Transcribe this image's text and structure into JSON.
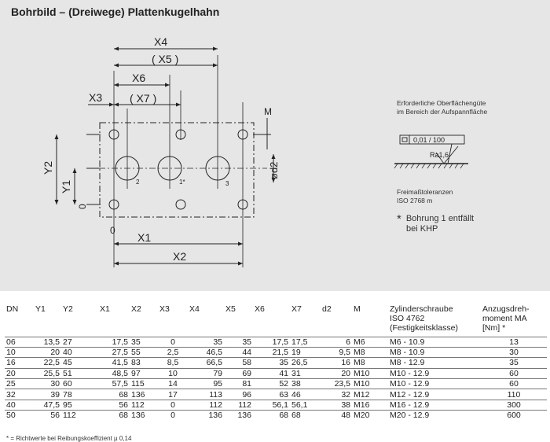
{
  "title": "Bohrbild – (Dreiwege) Plattenkugelhahn",
  "drawing": {
    "dim_labels": {
      "x4": "X4",
      "x5": "( X5 )",
      "x6": "X6",
      "x3": "X3",
      "x7": "( X7 )",
      "m": "M",
      "y2": "Y2",
      "y1": "Y1",
      "y0": "0",
      "d2": "ød2",
      "x0": "0",
      "x1": "X1",
      "x2": "X2"
    },
    "port_labels": {
      "p2": "2",
      "p1": "1*",
      "p3": "3"
    }
  },
  "surface_note": {
    "line1": "Erforderliche Oberflächengüte",
    "line2": "im Bereich der Aufspannfläche",
    "tolerance_box": "0,01 / 100",
    "roughness": "Ra1,6"
  },
  "tolerance_note": {
    "line1": "Freimaßtoleranzen",
    "line2": "ISO 2768 m"
  },
  "star_note": {
    "star": "*",
    "line1": "Bohrung 1 entfällt",
    "line2": "bei KHP"
  },
  "table": {
    "headers": {
      "dn": "DN",
      "y1": "Y1",
      "y2": "Y2",
      "x1": "X1",
      "x2": "X2",
      "x3": "X3",
      "x4": "X4",
      "x5": "X5",
      "x6": "X6",
      "x7": "X7",
      "d2": "d2",
      "m": "M",
      "screw_l1": "Zylinderschraube",
      "screw_l2": "ISO 4762",
      "screw_l3": "(Festigkeitsklasse)",
      "torque_l1": "Anzugsdreh-",
      "torque_l2": "moment MA",
      "torque_l3": "[Nm] *"
    },
    "rows": [
      [
        "06",
        "13,5",
        "27",
        "17,5",
        "35",
        "0",
        "35",
        "35",
        "17,5",
        "17,5",
        "6",
        "M6",
        "M6 - 10.9",
        "13"
      ],
      [
        "10",
        "20",
        "40",
        "27,5",
        "55",
        "2,5",
        "46,5",
        "44",
        "21,5",
        "19",
        "9,5",
        "M8",
        "M8 - 10.9",
        "30"
      ],
      [
        "16",
        "22,5",
        "45",
        "41,5",
        "83",
        "8,5",
        "66,5",
        "58",
        "35",
        "26,5",
        "16",
        "M8",
        "M8 - 12.9",
        "35"
      ],
      [
        "20",
        "25,5",
        "51",
        "48,5",
        "97",
        "10",
        "79",
        "69",
        "41",
        "31",
        "20",
        "M10",
        "M10 - 12.9",
        "60"
      ],
      [
        "25",
        "30",
        "60",
        "57,5",
        "115",
        "14",
        "95",
        "81",
        "52",
        "38",
        "23,5",
        "M10",
        "M10 - 12.9",
        "60"
      ],
      [
        "32",
        "39",
        "78",
        "68",
        "136",
        "17",
        "113",
        "96",
        "63",
        "46",
        "32",
        "M12",
        "M12 - 12.9",
        "110"
      ],
      [
        "40",
        "47,5",
        "95",
        "56",
        "112",
        "0",
        "112",
        "112",
        "56,1",
        "56,1",
        "38",
        "M16",
        "M16 - 12.9",
        "300"
      ],
      [
        "50",
        "56",
        "112",
        "68",
        "136",
        "0",
        "136",
        "136",
        "68",
        "68",
        "48",
        "M20",
        "M20 - 12.9",
        "600"
      ]
    ]
  },
  "footnote": "* = Richtwerte bei Reibungskoeffizient µ 0,14"
}
